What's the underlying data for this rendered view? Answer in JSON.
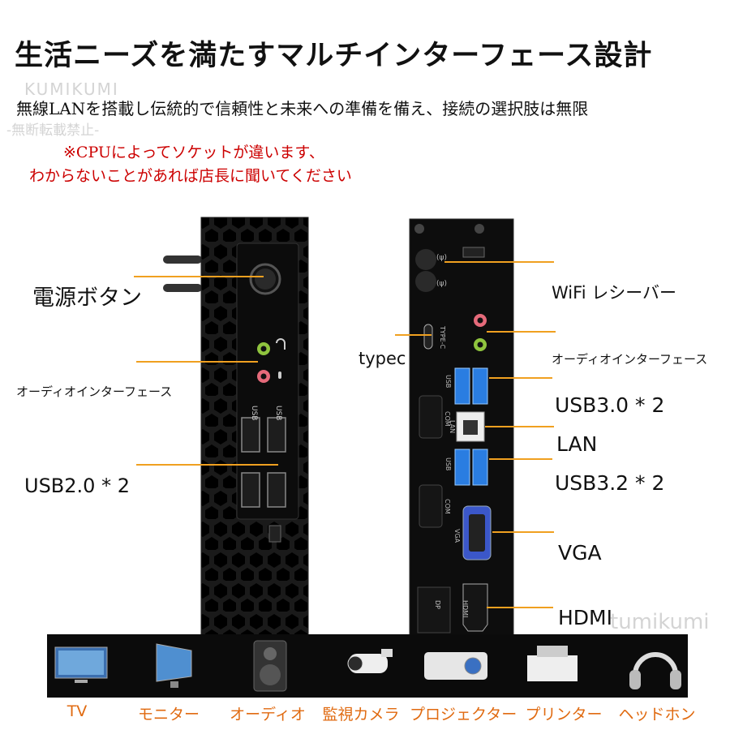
{
  "header": {
    "title": "生活ニーズを満たすマルチインターフェース設計",
    "subtitle": "無線LANを搭載し伝統的で信頼性と未来への準備を備え、接続の選択肢は無限",
    "note_line1": "※CPUによってソケットが違います、",
    "note_line2": "わからないことがあれば店長に聞いてください"
  },
  "watermarks": {
    "brand": "KUMIKUMI",
    "notice": "-無断転載禁止-",
    "brand_bottom": "tumikumi"
  },
  "left_panel": {
    "labels": {
      "power": "電源ボタン",
      "audio": "オーディオインターフェース",
      "usb": "USB2.0 * 2"
    },
    "port_text": {
      "usb_a": "USB",
      "usb_b": "USB"
    }
  },
  "right_panel": {
    "labels": {
      "wifi": "WiFi レシーバー",
      "typec": "typec",
      "audio": "オーディオインターフェース",
      "usb30": "USB3.0 * 2",
      "lan": "LAN",
      "usb32": "USB3.2 * 2",
      "vga": "VGA",
      "hdmi": "HDMI"
    },
    "port_text": {
      "typec": "TYPE-C",
      "usb1": "USB",
      "usb2": "USB",
      "com1": "COM",
      "com2": "COM",
      "lan": "LAN",
      "vga": "VGA",
      "dp": "DP",
      "hdmi": "HDMI"
    }
  },
  "devices": [
    {
      "label": "TV",
      "icon": "tv-icon"
    },
    {
      "label": "モニター",
      "icon": "monitor-icon"
    },
    {
      "label": "オーディオ",
      "icon": "speaker-icon"
    },
    {
      "label": "監視カメラ",
      "icon": "camera-icon"
    },
    {
      "label": "プロジェクター",
      "icon": "projector-icon"
    },
    {
      "label": "プリンター",
      "icon": "printer-icon"
    },
    {
      "label": "ヘッドホン",
      "icon": "headphone-icon"
    }
  ],
  "colors": {
    "accent_line": "#f0a020",
    "note_red": "#cc0000",
    "device_label": "#e06a10",
    "usb3_blue": "#2a7de1"
  }
}
